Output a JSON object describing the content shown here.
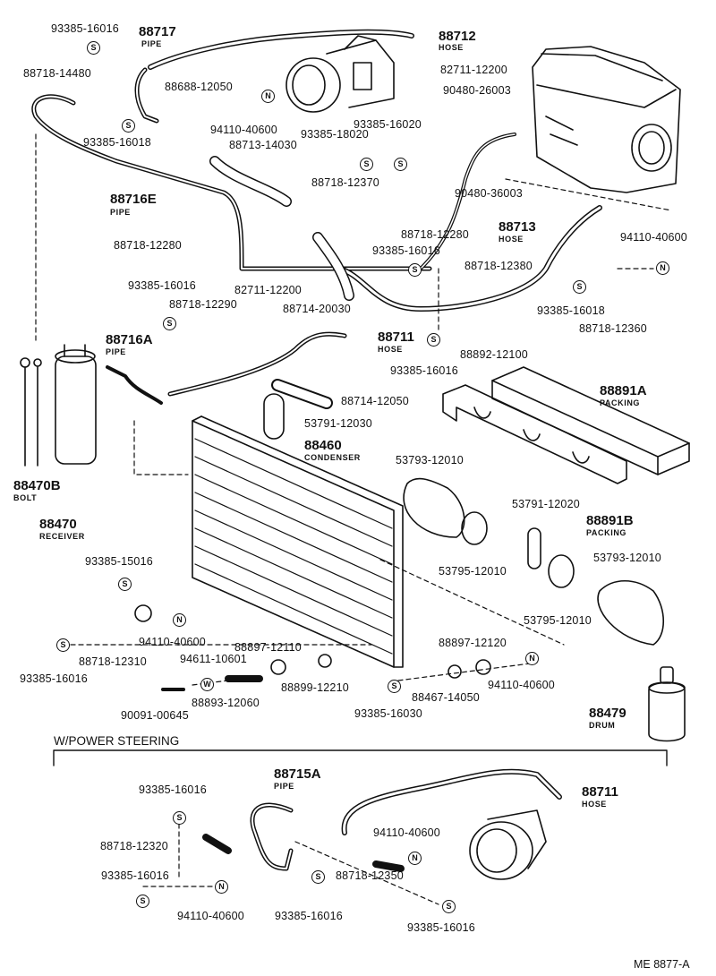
{
  "section_header": "W/POWER STEERING",
  "footer_code": "ME 8877-A",
  "symbols": {
    "s": "S",
    "n": "N",
    "w": "W"
  },
  "parts": {
    "p1": "93385-16016",
    "p2": "88717",
    "p2s": "PIPE",
    "p3": "88718-14480",
    "p4": "88712",
    "p4s": "HOSE",
    "p5": "82711-12200",
    "p6": "88688-12050",
    "p7": "94110-40600",
    "p8": "90480-26003",
    "p9": "93385-16018",
    "p10": "93385-16020",
    "p11": "93385-18020",
    "p12": "88713-14030",
    "p13": "90480-36003",
    "p14": "88718-12370",
    "p15": "88716E",
    "p15s": "PIPE",
    "p16": "88718-12280",
    "p17": "88718-12280",
    "p18": "88713",
    "p18s": "HOSE",
    "p19": "94110-40600",
    "p20": "93385-16016",
    "p21": "88718-12380",
    "p22": "93385-16016",
    "p23": "82711-12200",
    "p24": "88718-12290",
    "p25": "88714-20030",
    "p26": "93385-16018",
    "p27": "88718-12360",
    "p28": "88716A",
    "p28s": "PIPE",
    "p29": "88711",
    "p29s": "HOSE",
    "p30": "93385-16016",
    "p31": "88892-12100",
    "p32": "88891A",
    "p32s": "PACKING",
    "p33": "88714-12050",
    "p34": "53791-12030",
    "p35": "88460",
    "p35s": "CONDENSER",
    "p36": "53793-12010",
    "p37": "88470B",
    "p37s": "BOLT",
    "p38": "88470",
    "p38s": "RECEIVER",
    "p39": "53791-12020",
    "p40": "88891B",
    "p40s": "PACKING",
    "p41": "93385-15016",
    "p42": "53795-12010",
    "p43": "53793-12010",
    "p44": "53795-12010",
    "p45": "94110-40600",
    "p46": "88718-12310",
    "p47": "93385-16016",
    "p48": "88897-12110",
    "p49": "94611-10601",
    "p50": "88897-12120",
    "p51": "88899-12210",
    "p52": "88893-12060",
    "p53": "94110-40600",
    "p54": "90091-00645",
    "p55": "93385-16030",
    "p56": "88467-14050",
    "p57": "88479",
    "p57s": "DRUM",
    "q1": "88715A",
    "q1s": "PIPE",
    "q2": "93385-16016",
    "q3": "88711",
    "q3s": "HOSE",
    "q4": "88718-12320",
    "q5": "94110-40600",
    "q6": "93385-16016",
    "q7": "88718-12350",
    "q8": "94110-40600",
    "q9": "93385-16016",
    "q10": "93385-16016"
  }
}
